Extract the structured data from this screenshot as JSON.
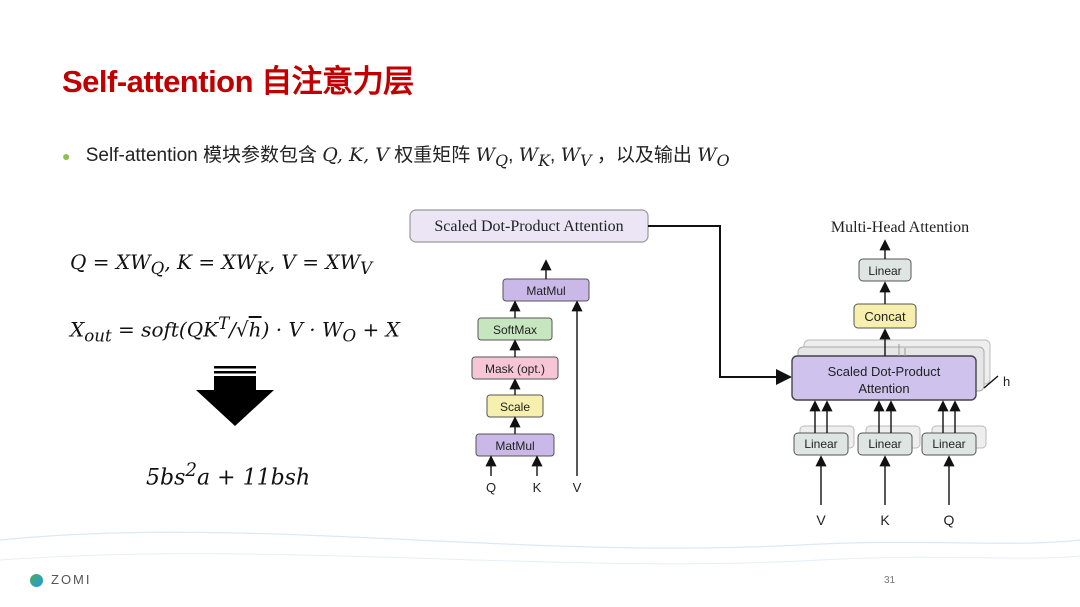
{
  "title": "Self-attention 自注意力层",
  "bullet": {
    "prefix": "Self-attention 模块参数包含",
    "qkv": "Q, K, V",
    "mid": "权重矩阵",
    "w_q": "W_Q",
    "w_k": "W_K",
    "w_v": "W_V",
    "suffix": "，以及输出",
    "w_o": "W_O"
  },
  "equations": {
    "eq1": "Q = XW_Q, K = XW_K, V = XW_V",
    "eq2": "X_out = soft(QK^T/√h) · V · W_O + X",
    "eq3": "5bs²a + 11bsh"
  },
  "diagram": {
    "sdpa_title": "Scaled Dot-Product Attention",
    "matmul_top": "MatMul",
    "softmax": "SoftMax",
    "mask": "Mask (opt.)",
    "scale": "Scale",
    "matmul_bottom": "MatMul",
    "left_inputs": [
      "Q",
      "K",
      "V"
    ],
    "mha_title": "Multi-Head Attention",
    "linear_top": "Linear",
    "concat": "Concat",
    "sdpa_block": [
      "Scaled Dot-Product",
      "Attention"
    ],
    "h_label": "h",
    "linears": [
      "Linear",
      "Linear",
      "Linear"
    ],
    "right_inputs": [
      "V",
      "K",
      "Q"
    ]
  },
  "colors": {
    "title": "#c00000",
    "matmul": "#c9b8e8",
    "softmax": "#c6e6c0",
    "mask": "#f6c6d6",
    "scale": "#f6efae",
    "sdpa": "#cfc3ee",
    "concat": "#f7efad",
    "linear": "#dfe5e3"
  },
  "footer": {
    "logo": "ZOMI",
    "page": "31"
  }
}
